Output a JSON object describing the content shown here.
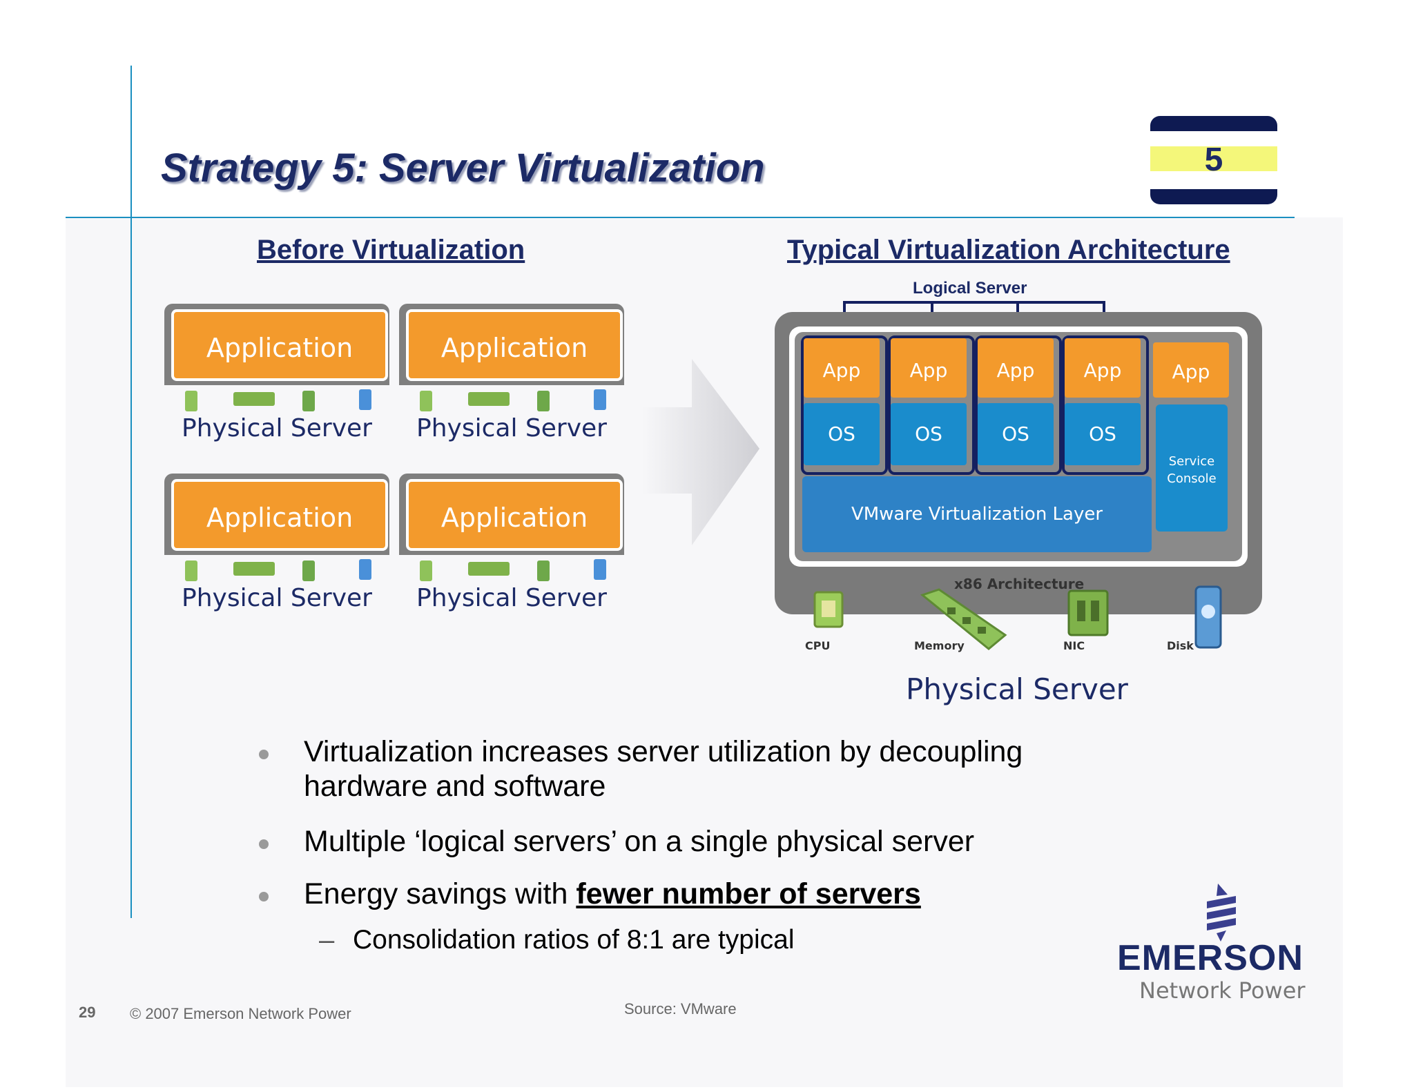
{
  "slide": {
    "title": "Strategy 5: Server Virtualization",
    "badge_number": "5",
    "page_number": "29",
    "copyright": "© 2007 Emerson Network Power",
    "source": "Source: VMware"
  },
  "before": {
    "heading": "Before Virtualization",
    "servers": [
      {
        "app_label": "Application",
        "server_label": "Physical Server"
      },
      {
        "app_label": "Application",
        "server_label": "Physical Server"
      },
      {
        "app_label": "Application",
        "server_label": "Physical Server"
      },
      {
        "app_label": "Application",
        "server_label": "Physical Server"
      }
    ]
  },
  "after": {
    "heading": "Typical Virtualization Architecture",
    "logical_server_label": "Logical Server",
    "vms": [
      {
        "app": "App",
        "os": "OS"
      },
      {
        "app": "App",
        "os": "OS"
      },
      {
        "app": "App",
        "os": "OS"
      },
      {
        "app": "App",
        "os": "OS"
      }
    ],
    "console_app": "App",
    "service_console_line1": "Service",
    "service_console_line2": "Console",
    "virtualization_layer": "VMware Virtualization Layer",
    "architecture": "x86 Architecture",
    "hardware": [
      "CPU",
      "Memory",
      "NIC",
      "Disk"
    ],
    "physical_server": "Physical Server"
  },
  "bullets": [
    {
      "line1": "Virtualization increases server utilization by decoupling",
      "line2": "hardware and software"
    },
    {
      "line1": "Multiple ‘logical servers’ on a single physical server"
    },
    {
      "prefix": "Energy savings with ",
      "emphasis": "fewer number of servers"
    }
  ],
  "sub_bullet": "Consolidation ratios of 8:1 are typical",
  "logo": {
    "name": "EMERSON",
    "tagline": "Network Power"
  },
  "colors": {
    "title": "#1c2a66",
    "accent_line": "#1a8fc0",
    "application": "#f39a2c",
    "os": "#1a8ccc",
    "badge_yellow": "#f4f77a"
  }
}
